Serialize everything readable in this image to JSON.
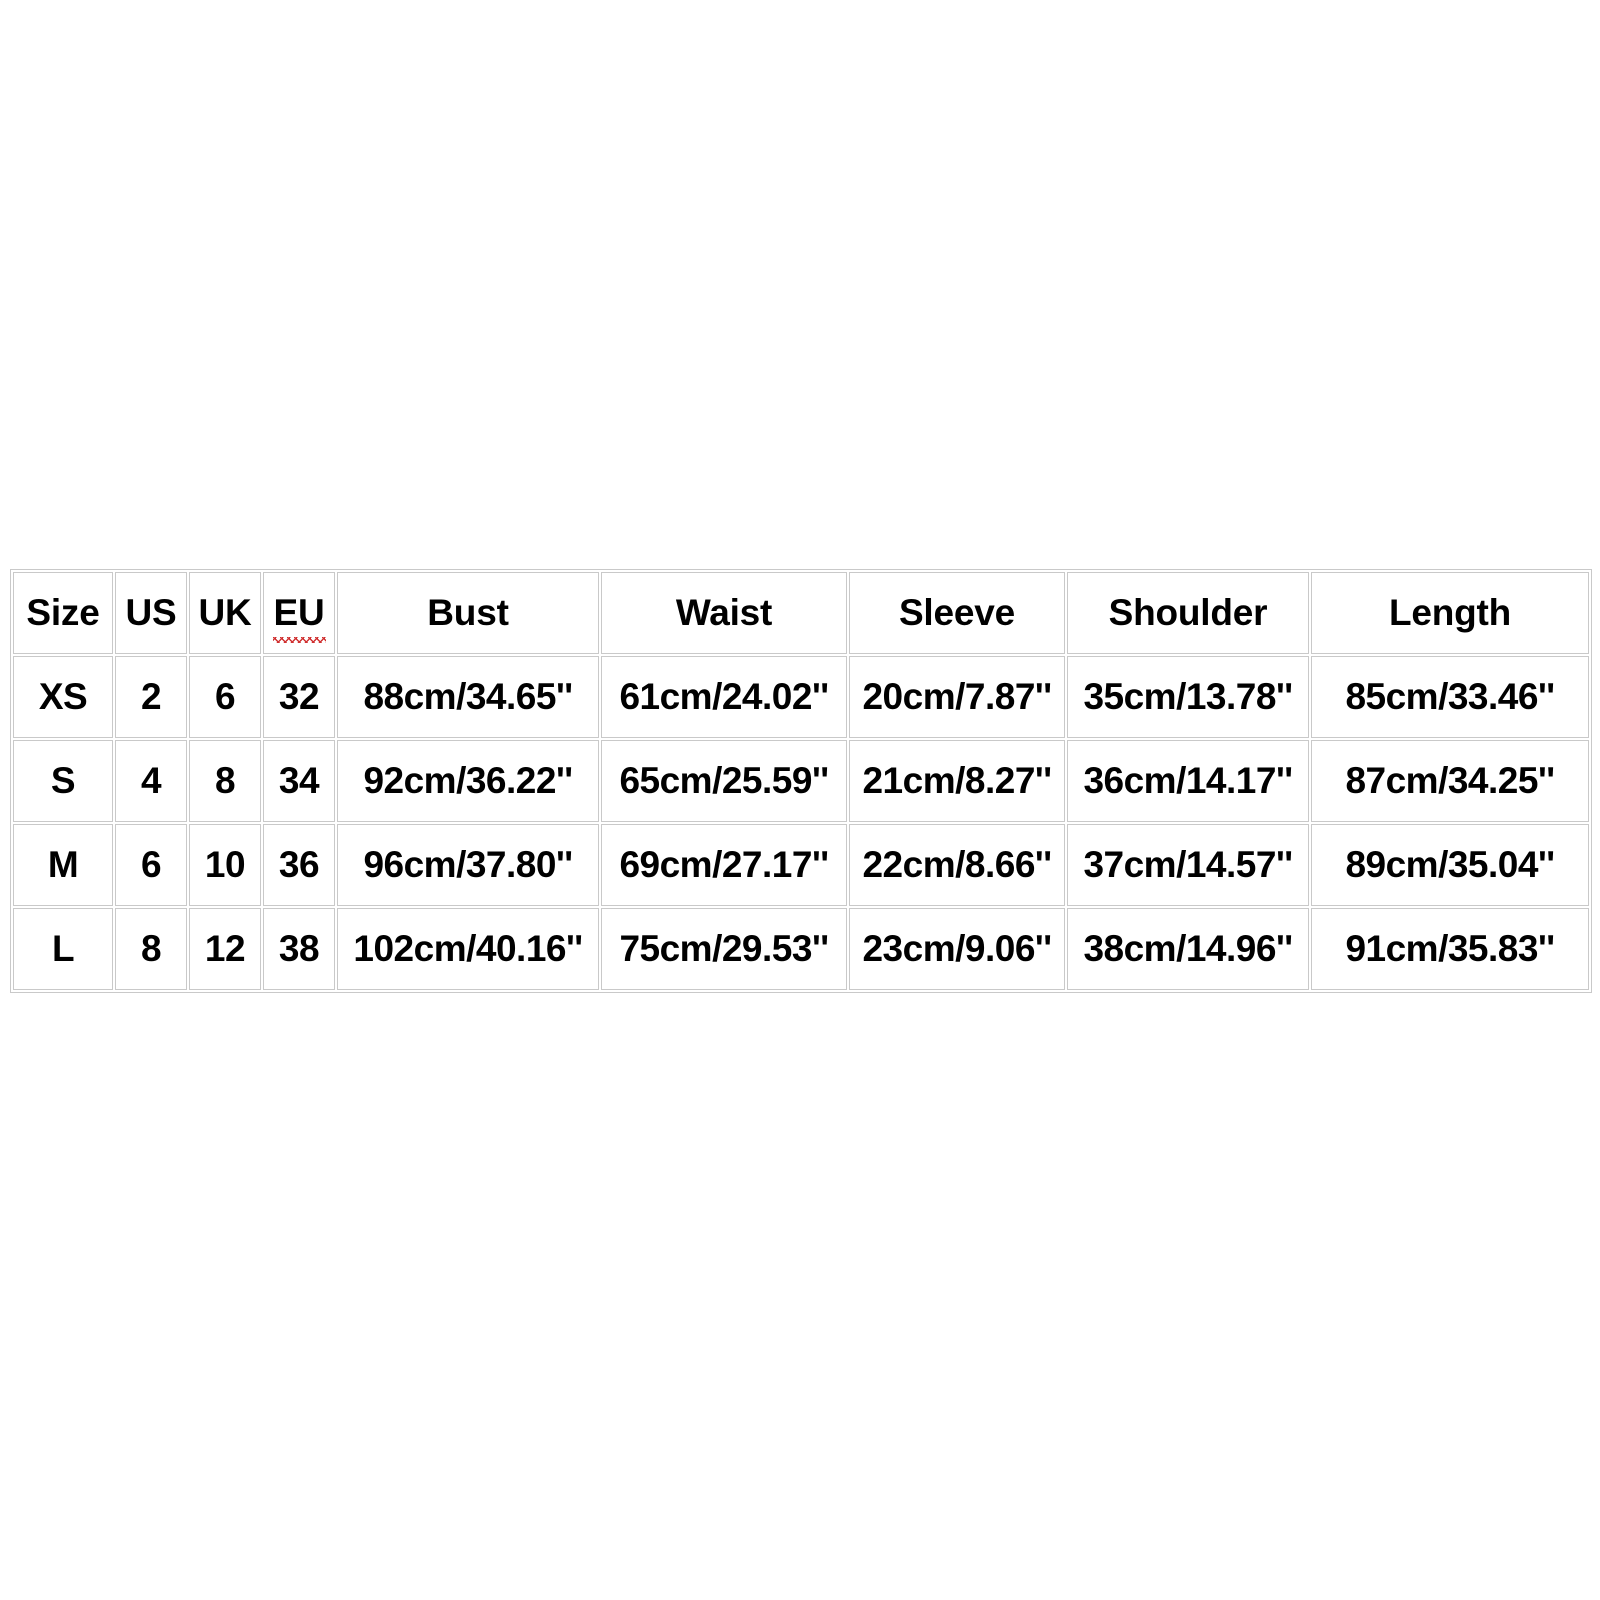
{
  "page": {
    "background_color": "#ffffff",
    "text_color": "#000000",
    "border_color": "#c9c9c9",
    "spellcheck_underline_color": "#d03030"
  },
  "chart_data": {
    "type": "table",
    "title": "",
    "columns": [
      "Size",
      "US",
      "UK",
      "EU",
      "Bust",
      "Waist",
      "Sleeve",
      "Shoulder",
      "Length"
    ],
    "rows": [
      {
        "size": "XS",
        "us": "2",
        "uk": "6",
        "eu": "32",
        "bust": "88cm/34.65''",
        "waist": "61cm/24.02''",
        "sleeve": "20cm/7.87''",
        "shoulder": "35cm/13.78''",
        "length": "85cm/33.46''"
      },
      {
        "size": "S",
        "us": "4",
        "uk": "8",
        "eu": "34",
        "bust": "92cm/36.22''",
        "waist": "65cm/25.59''",
        "sleeve": "21cm/8.27''",
        "shoulder": "36cm/14.17''",
        "length": "87cm/34.25''"
      },
      {
        "size": "M",
        "us": "6",
        "uk": "10",
        "eu": "36",
        "bust": "96cm/37.80''",
        "waist": "69cm/27.17''",
        "sleeve": "22cm/8.66''",
        "shoulder": "37cm/14.57''",
        "length": "89cm/35.04''"
      },
      {
        "size": "L",
        "us": "8",
        "uk": "12",
        "eu": "38",
        "bust": "102cm/40.16''",
        "waist": "75cm/29.53''",
        "sleeve": "23cm/9.06''",
        "shoulder": "38cm/14.96''",
        "length": "91cm/35.83''"
      }
    ]
  },
  "header": {
    "size": "Size",
    "us": "US",
    "uk": "UK",
    "eu": "EU",
    "bust": "Bust",
    "waist": "Waist",
    "sleeve": "Sleeve",
    "shoulder": "Shoulder",
    "length": "Length"
  },
  "rows": [
    {
      "size": "XS",
      "us": "2",
      "uk": "6",
      "eu": "32",
      "bust": "88cm/34.65''",
      "waist": "61cm/24.02''",
      "sleeve": "20cm/7.87''",
      "shoulder": "35cm/13.78''",
      "length": "85cm/33.46''"
    },
    {
      "size": "S",
      "us": "4",
      "uk": "8",
      "eu": "34",
      "bust": "92cm/36.22''",
      "waist": "65cm/25.59''",
      "sleeve": "21cm/8.27''",
      "shoulder": "36cm/14.17''",
      "length": "87cm/34.25''"
    },
    {
      "size": "M",
      "us": "6",
      "uk": "10",
      "eu": "36",
      "bust": "96cm/37.80''",
      "waist": "69cm/27.17''",
      "sleeve": "22cm/8.66''",
      "shoulder": "37cm/14.57''",
      "length": "89cm/35.04''"
    },
    {
      "size": "L",
      "us": "8",
      "uk": "12",
      "eu": "38",
      "bust": "102cm/40.16''",
      "waist": "75cm/29.53''",
      "sleeve": "23cm/9.06''",
      "shoulder": "38cm/14.96''",
      "length": "91cm/35.83''"
    }
  ]
}
